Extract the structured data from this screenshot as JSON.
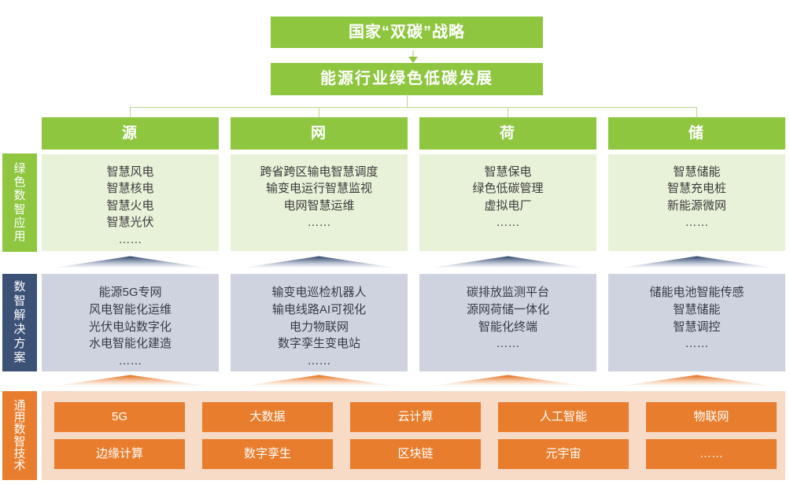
{
  "top": {
    "title1": "国家“双碳”战略",
    "title2": "能源行业绿色低碳发展"
  },
  "side_labels": [
    {
      "text": "绿色数智应用",
      "color": "#8ec640"
    },
    {
      "text": "数智解决方案",
      "color": "#3b5176"
    },
    {
      "text": "通用数智技术",
      "color": "#e87e2d"
    }
  ],
  "columns": [
    {
      "header": "源",
      "apps": [
        "智慧风电",
        "智慧核电",
        "智慧火电",
        "智慧光伏",
        "……"
      ],
      "solutions": [
        "能源5G专网",
        "风电智能化运维",
        "光伏电站数字化",
        "水电智能化建造",
        "……"
      ]
    },
    {
      "header": "网",
      "apps": [
        "跨省跨区输电智慧调度",
        "输变电运行智慧监视",
        "电网智慧运维",
        "……"
      ],
      "solutions": [
        "输变电巡检机器人",
        "输电线路AI可视化",
        "电力物联网",
        "数字孪生变电站",
        "……"
      ]
    },
    {
      "header": "荷",
      "apps": [
        "智慧保电",
        "绿色低碳管理",
        "虚拟电厂",
        "……"
      ],
      "solutions": [
        "碳排放监测平台",
        "源网荷储一体化",
        "智能化终端",
        "……"
      ]
    },
    {
      "header": "储",
      "apps": [
        "智慧储能",
        "智慧充电桩",
        "新能源微网",
        "……"
      ],
      "solutions": [
        "储能电池智能传感",
        "智慧储能",
        "智慧调控",
        "……"
      ]
    }
  ],
  "tech": {
    "rows": [
      [
        "5G",
        "大数据",
        "云计算",
        "人工智能",
        "物联网"
      ],
      [
        "边缘计算",
        "数字孪生",
        "区块链",
        "元宇宙",
        "……"
      ]
    ]
  },
  "colors": {
    "green": "#8ec640",
    "light_green": "#e8f2d9",
    "navy": "#3b5176",
    "gray": "#ced3df",
    "orange": "#e87e2d",
    "light_orange": "#f7dbc7",
    "connector_line": "#b7d88e"
  }
}
